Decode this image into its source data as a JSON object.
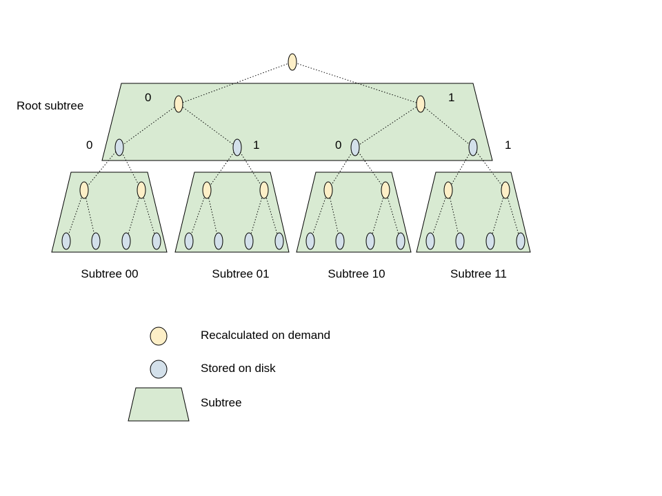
{
  "colors": {
    "recalculated": "#fdefc7",
    "stored": "#d3e0ea",
    "subtree": "#d8ead2",
    "outline": "#000000"
  },
  "root_label": "Root subtree",
  "branch_labels": {
    "root_left": "0",
    "root_right": "1",
    "level2_left_left": "0",
    "level2_left_right": "1",
    "level2_right_left": "0",
    "level2_right_right": "1"
  },
  "subtrees": [
    {
      "name": "Subtree 00"
    },
    {
      "name": "Subtree 01"
    },
    {
      "name": "Subtree 10"
    },
    {
      "name": "Subtree 11"
    }
  ],
  "legend": {
    "recalculated": "Recalculated on demand",
    "stored": "Stored on disk",
    "subtree": "Subtree"
  }
}
